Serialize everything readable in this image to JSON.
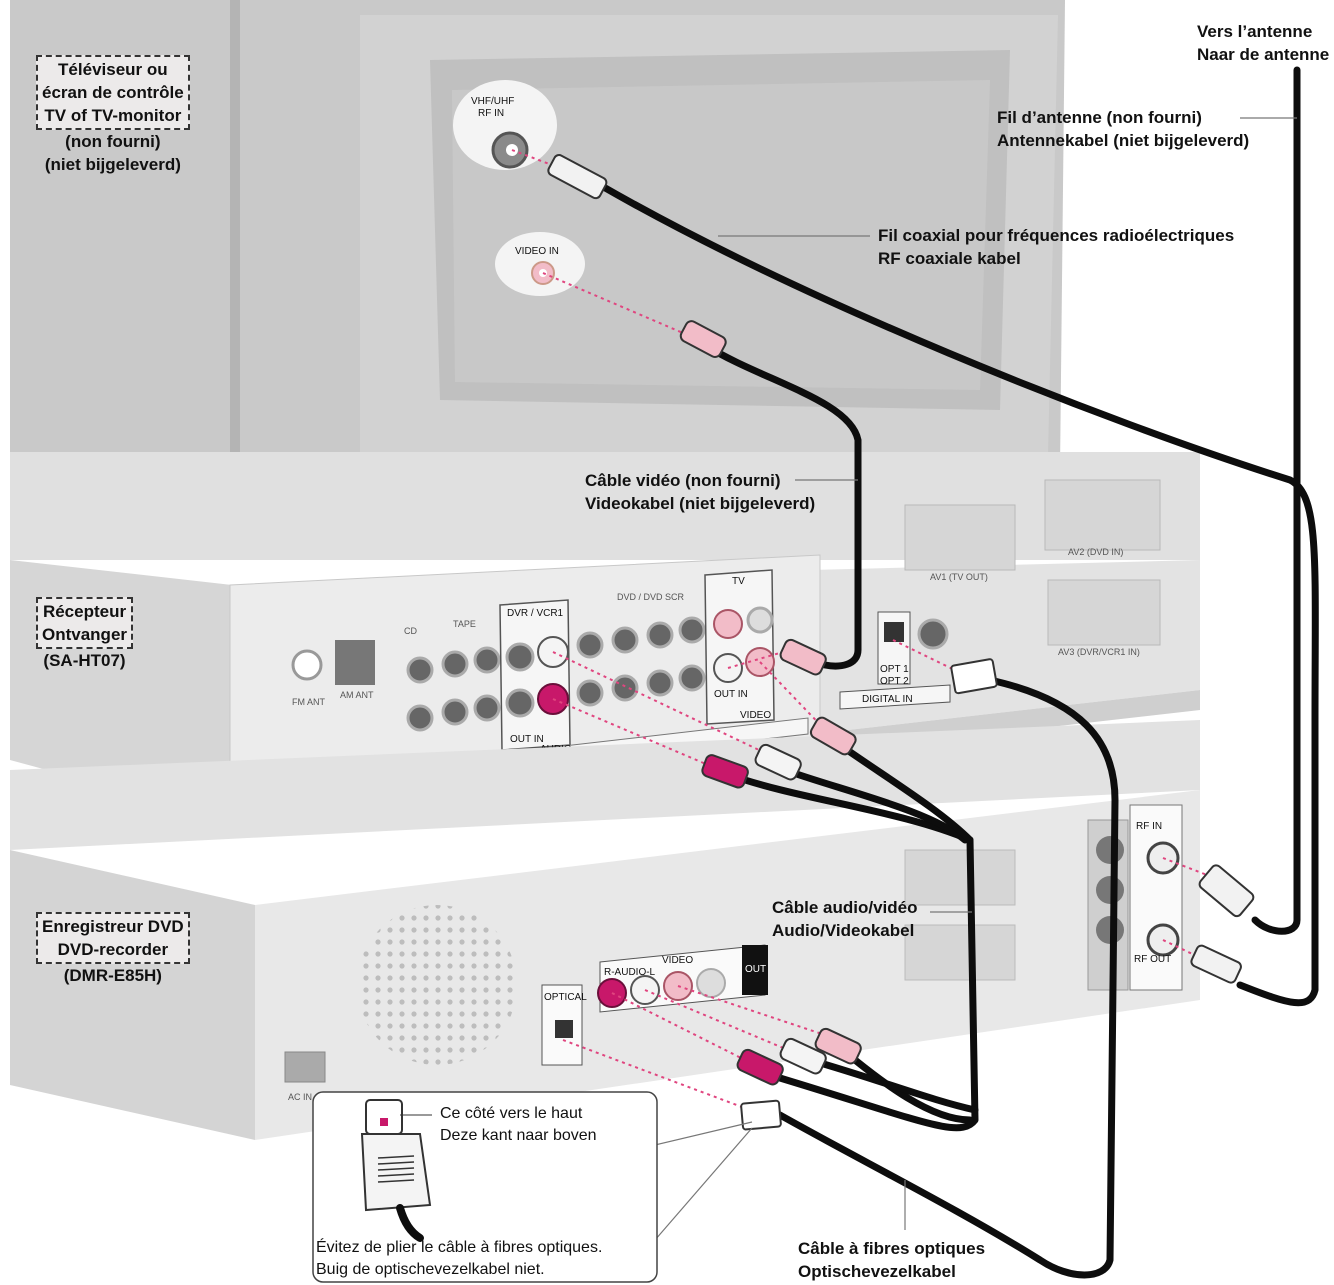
{
  "devices": {
    "tv": {
      "line1": "Téléviseur ou",
      "line2": "écran de contrôle",
      "line3": "TV of TV-monitor",
      "note1": "(non fourni)",
      "note2": "(niet bijgeleverd)"
    },
    "receiver": {
      "line1": "Récepteur",
      "line2": "Ontvanger",
      "model": "(SA-HT07)"
    },
    "recorder": {
      "line1": "Enregistreur DVD",
      "line2": "DVD-recorder",
      "model": "(DMR-E85H)"
    }
  },
  "callouts": {
    "antenna_dest": {
      "fr": "Vers l’antenne",
      "nl": "Naar de antenne"
    },
    "antenna_wire": {
      "fr": "Fil d’antenne (non fourni)",
      "nl": "Antennekabel (niet bijgeleverd)"
    },
    "coax": {
      "fr": "Fil coaxial pour fréquences radioélectriques",
      "nl": "RF coaxiale kabel"
    },
    "video_cable": {
      "fr": "Câble vidéo (non fourni)",
      "nl": "Videokabel (niet bijgeleverd)"
    },
    "av_cable": {
      "fr": "Câble audio/vidéo",
      "nl": "Audio/Videokabel"
    },
    "optical_cable": {
      "fr": "Câble à fibres optiques",
      "nl": "Optischevezelkabel"
    }
  },
  "inset": {
    "side_up_fr": "Ce côté vers le haut",
    "side_up_nl": "Deze kant naar boven",
    "warning_fr": "Évitez de plier le câble à fibres optiques.",
    "warning_nl": "Buig de optischevezelkabel niet."
  },
  "panel_labels": {
    "vhf_uhf": "VHF/UHF",
    "rf_in": "RF IN",
    "video_in": "VIDEO IN",
    "dvr_vcr1": "DVR / VCR1",
    "tv": "TV",
    "tape": "TAPE",
    "cd": "CD",
    "dvd": "DVD / DVD SCR",
    "audio": "AUDIO",
    "video": "VIDEO",
    "out_in": "OUT  IN",
    "digital_in": "DIGITAL IN",
    "opt1": "OPT 1",
    "opt2": "OPT 2",
    "fm_ant": "FM ANT",
    "am_ant": "AM ANT",
    "av1": "AV1 (TV OUT)",
    "av2": "AV2 (DVD IN)",
    "av3": "AV3 (DVR/VCR1 IN)",
    "optical": "OPTICAL",
    "r_audio_l": "R-AUDIO-L",
    "video_out": "VIDEO",
    "out": "OUT",
    "rf_in_rec": "RF IN",
    "rf_out": "RF OUT",
    "ac_in": "AC IN"
  },
  "colors": {
    "cable": "#0d0d0d",
    "connector_magenta": "#c8186a",
    "connector_pink": "#f2bcc8",
    "connector_white": "#f4f4f4",
    "optical_dots": "#e0457f",
    "tv_body": "#cfcfcf",
    "tv_screen": "#c7c7c7",
    "device_body": "#e4e4e4"
  }
}
